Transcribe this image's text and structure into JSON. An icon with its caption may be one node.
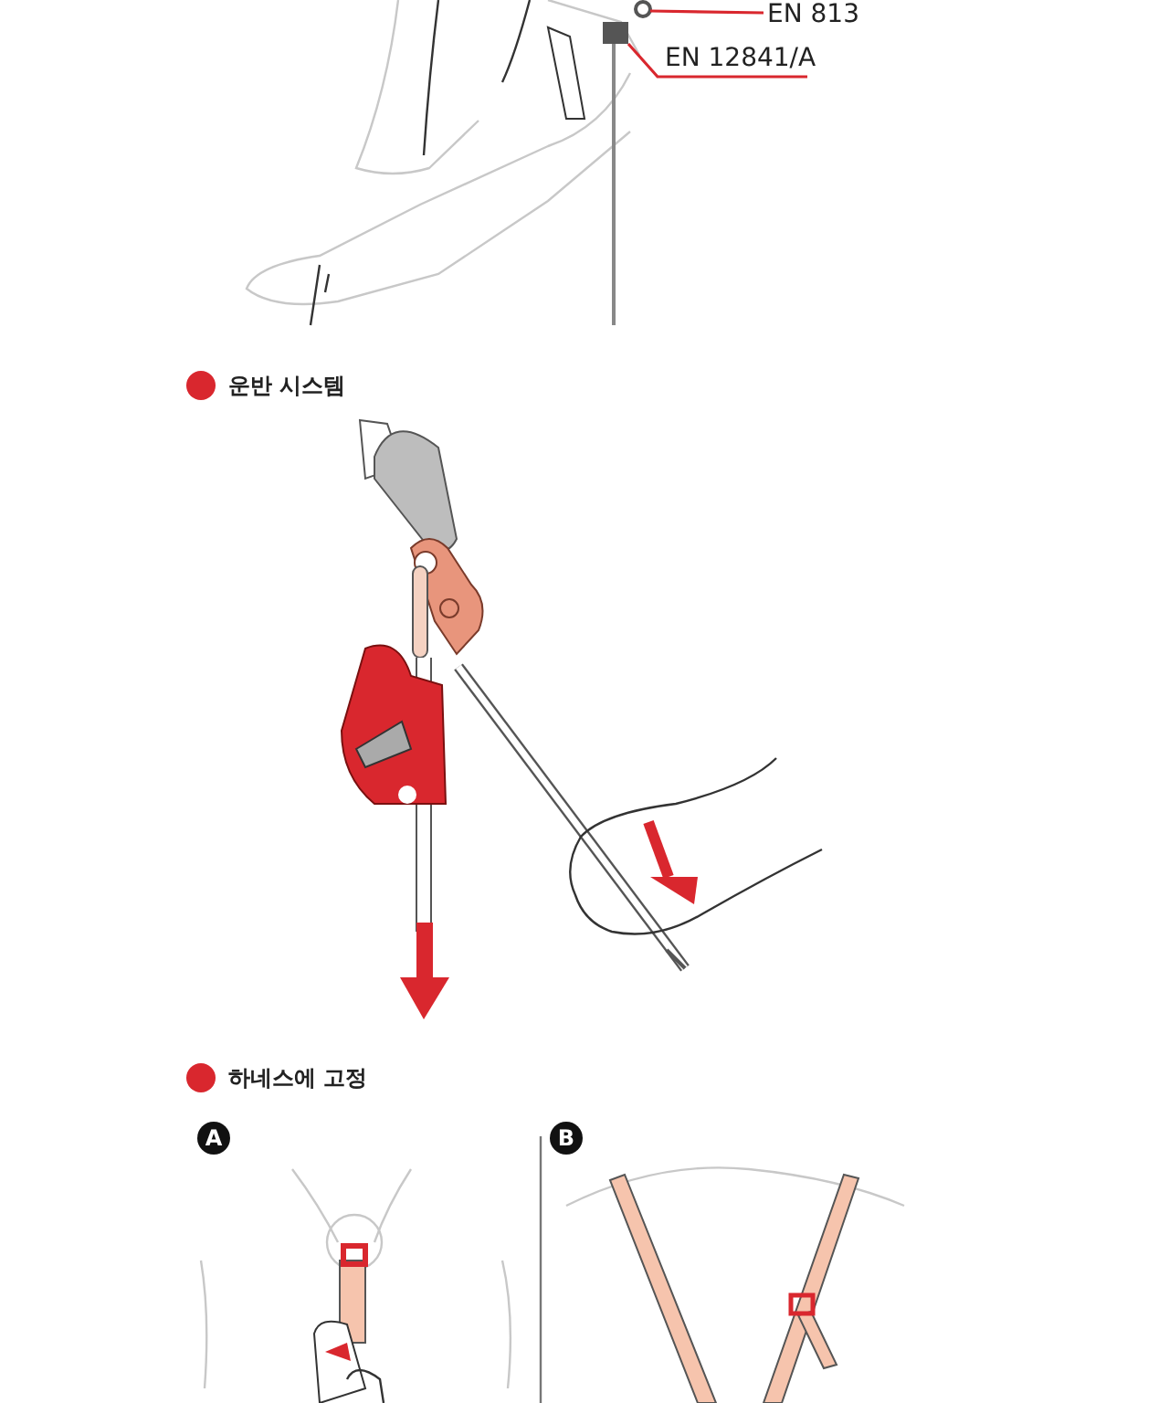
{
  "diagram": {
    "nodes": [
      {
        "text": [
          "EN 813"
        ]
      },
      {
        "text": [
          "EN 12841/A"
        ]
      },
      {
        "text": [],
        "shape": "circle"
      },
      {
        "text": [],
        "shape": "picture"
      }
    ],
    "edges": [
      {
        "from": 0,
        "to": 2,
        "arrow": "none",
        "color": "#d9272e"
      },
      {
        "from": 1,
        "to": 3,
        "arrow": "none",
        "color": "#d9272e"
      }
    ],
    "labels": [
      "운반 시스템",
      "하네스에 고정",
      "A",
      "B"
    ]
  }
}
